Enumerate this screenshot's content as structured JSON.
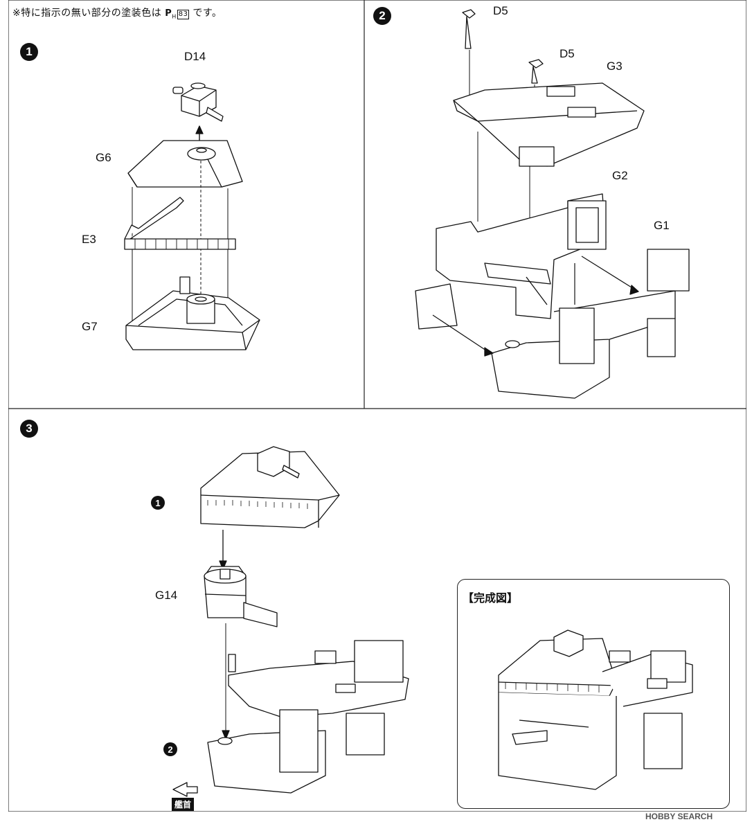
{
  "note": {
    "text": "※特に指示の無い部分の塗装色は",
    "paint_prefix": "P",
    "paint_sub": "H",
    "paint_code": "83",
    "suffix": "です。"
  },
  "steps": [
    {
      "num": "1"
    },
    {
      "num": "2"
    },
    {
      "num": "3"
    }
  ],
  "step1": {
    "parts": {
      "d14": "D14",
      "g6": "G6",
      "e3": "E3",
      "g7": "G7"
    }
  },
  "step2": {
    "parts": {
      "d5a": "D5",
      "d5b": "D5",
      "g3": "G3",
      "g2": "G2",
      "g1": "G1"
    }
  },
  "step3": {
    "sub1": "1",
    "g14": "G14",
    "sub2": "2",
    "bow": "艦首"
  },
  "completed": {
    "title": "【完成図】"
  },
  "credit": "HOBBY SEARCH"
}
